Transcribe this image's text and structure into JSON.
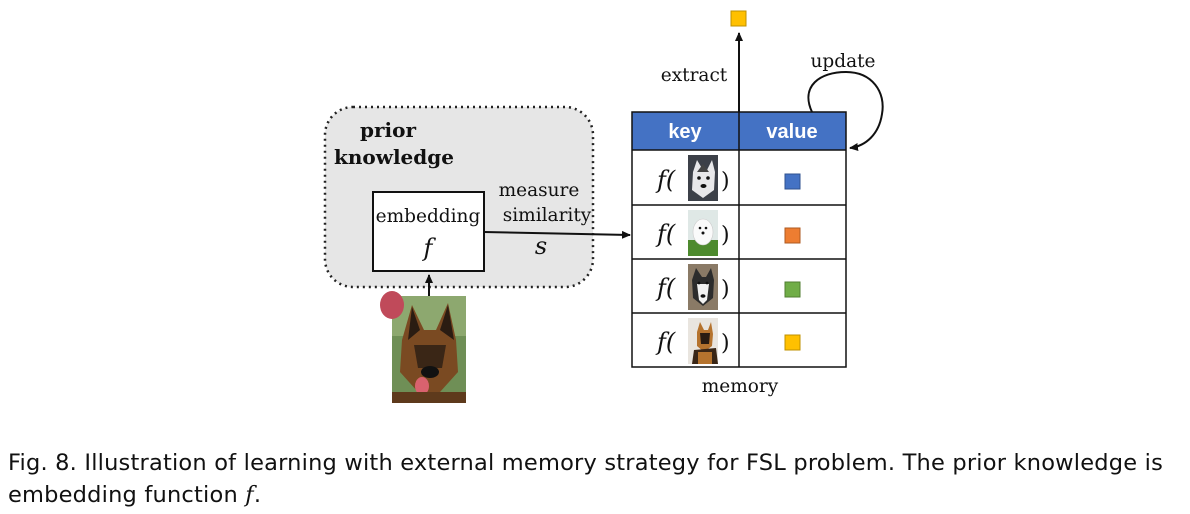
{
  "diagram": {
    "prior_knowledge_label": [
      "prior",
      "knowledge"
    ],
    "embedding_label": "embedding",
    "embedding_symbol": "f",
    "measure_similarity_label": [
      "measure",
      "similarity"
    ],
    "similarity_symbol": "s",
    "extract_label": "extract",
    "update_label": "update",
    "memory_label": "memory",
    "table": {
      "headers": [
        "key",
        "value"
      ],
      "header_color": "#4472c4",
      "rows": [
        {
          "key_func": "f(",
          "key_close": ")",
          "image": "husky-dog-thumbnail",
          "value_color": "#4472c4"
        },
        {
          "key_func": "f(",
          "key_close": ")",
          "image": "white-samoyed-thumbnail",
          "value_color": "#ed7d31"
        },
        {
          "key_func": "f(",
          "key_close": ")",
          "image": "malamute-dog-thumbnail",
          "value_color": "#70ad47"
        },
        {
          "key_func": "f(",
          "key_close": ")",
          "image": "shepherd-dog-thumbnail",
          "value_color": "#ffc000"
        }
      ]
    },
    "extracted_value_color": "#ffc000",
    "query_image": "german-shepherd-photo"
  },
  "caption": {
    "prefix": "Fig. 8. Illustration of learning with external memory strategy for FSL problem. The prior knowledge is",
    "line2_prefix": "embedding function",
    "function_symbol": "f",
    "suffix": "."
  }
}
